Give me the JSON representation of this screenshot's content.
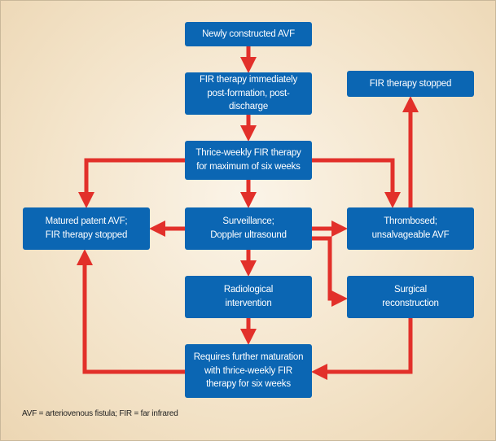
{
  "boxes": {
    "new_avf": {
      "lines": [
        "Newly constructed AVF"
      ]
    },
    "fir_immediate": {
      "lines": [
        "FIR therapy immediately",
        "post-formation, post-discharge"
      ]
    },
    "thrice_weekly": {
      "lines": [
        "Thrice-weekly FIR therapy",
        "for maximum of six weeks"
      ]
    },
    "surveillance": {
      "lines": [
        "Surveillance;",
        "Doppler ultrasound"
      ]
    },
    "matured": {
      "lines": [
        "Matured patent AVF;",
        "FIR therapy stopped"
      ]
    },
    "thrombosed": {
      "lines": [
        "Thrombosed;",
        "unsalvageable AVF"
      ]
    },
    "fir_stopped": {
      "lines": [
        "FIR therapy stopped"
      ]
    },
    "radiological": {
      "lines": [
        "Radiological",
        "intervention"
      ]
    },
    "surgical": {
      "lines": [
        "Surgical",
        "reconstruction"
      ]
    },
    "further_maturation": {
      "lines": [
        "Requires further maturation",
        "with thrice-weekly FIR",
        "therapy for six weeks"
      ]
    }
  },
  "footnote": "AVF = arteriovenous fistula; FIR = far infrared",
  "colors": {
    "box_fill": "#0b66b3",
    "box_text": "#ffffff",
    "arrow": "#e2302a",
    "background": "#f3e3c8"
  }
}
